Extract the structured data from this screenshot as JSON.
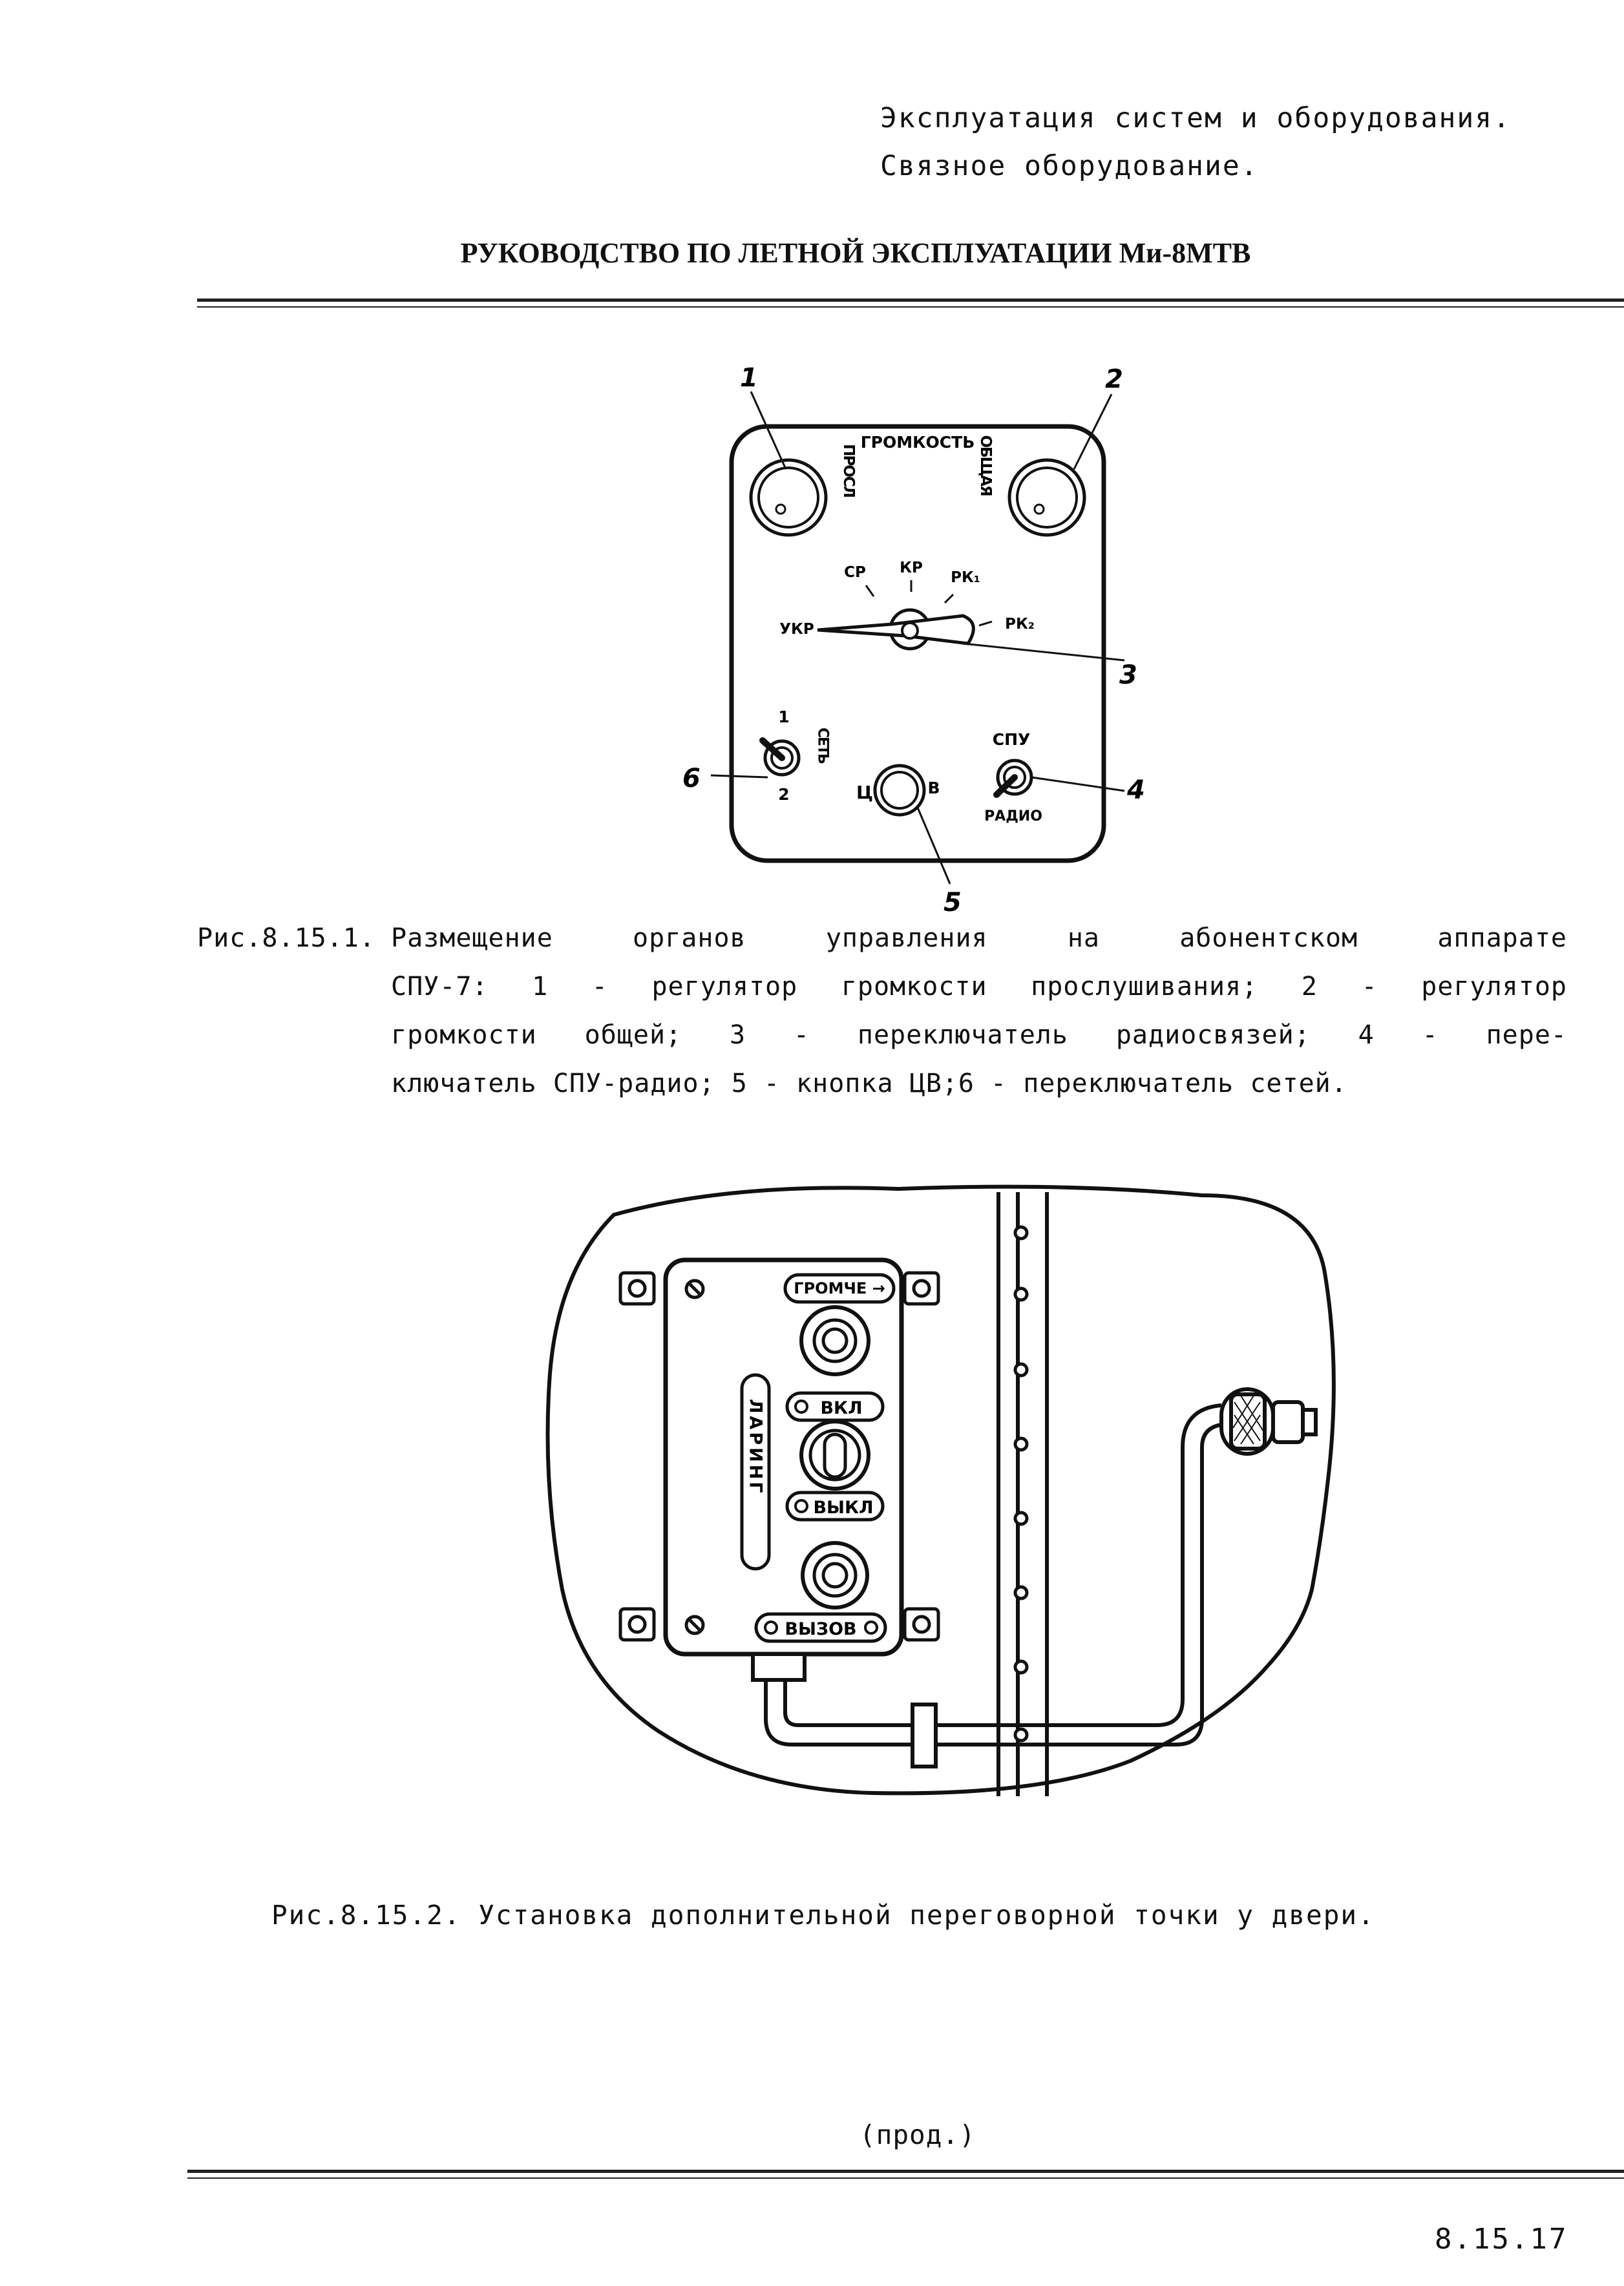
{
  "header": {
    "section_line1": "Эксплуатация систем и оборудования.",
    "section_line2": "Связное оборудование.",
    "manual_title": "РУКОВОДСТВО ПО ЛЕТНОЙ ЭКСПЛУАТАЦИИ Ми-8МТВ"
  },
  "figure1": {
    "panel": {
      "volume_title": "ГРОМКОСТЬ",
      "prosl": "ПРОСЛ",
      "obshchaya": "ОБЩАЯ",
      "pos_sr": "СР",
      "pos_kr": "КР",
      "pos_rk1": "РК₁",
      "pos_ukr": "УКР",
      "pos_rk2": "РК₂",
      "set_title": "СЕТЬ",
      "set_1": "1",
      "set_2": "2",
      "spu": "СПУ",
      "radio": "РАДИО",
      "btn_c": "Ц",
      "btn_v": "В"
    },
    "callouts": [
      "1",
      "2",
      "3",
      "4",
      "5",
      "6"
    ],
    "caption_label": "Рис.8.15.1.",
    "caption_lines": [
      "Размещение органов управления на абонентском аппарате",
      "СПУ-7: 1 - регулятор громкости прослушивания; 2 - регулятор",
      "громкости общей; 3 - переключатель радиосвязей; 4 - пере-",
      "ключатель СПУ-радио; 5 - кнопка ЦВ;6 - переключатель сетей."
    ]
  },
  "figure2": {
    "louder": "ГРОМЧЕ →",
    "on": "ВКЛ",
    "off": "ВЫКЛ",
    "call": "ВЫЗОВ",
    "laryng": "ЛАРИНГ",
    "caption": "Рис.8.15.2. Установка дополнительной переговорной точки у двери."
  },
  "footer": {
    "continued": "(прод.)",
    "page_number": "8.15.17"
  }
}
